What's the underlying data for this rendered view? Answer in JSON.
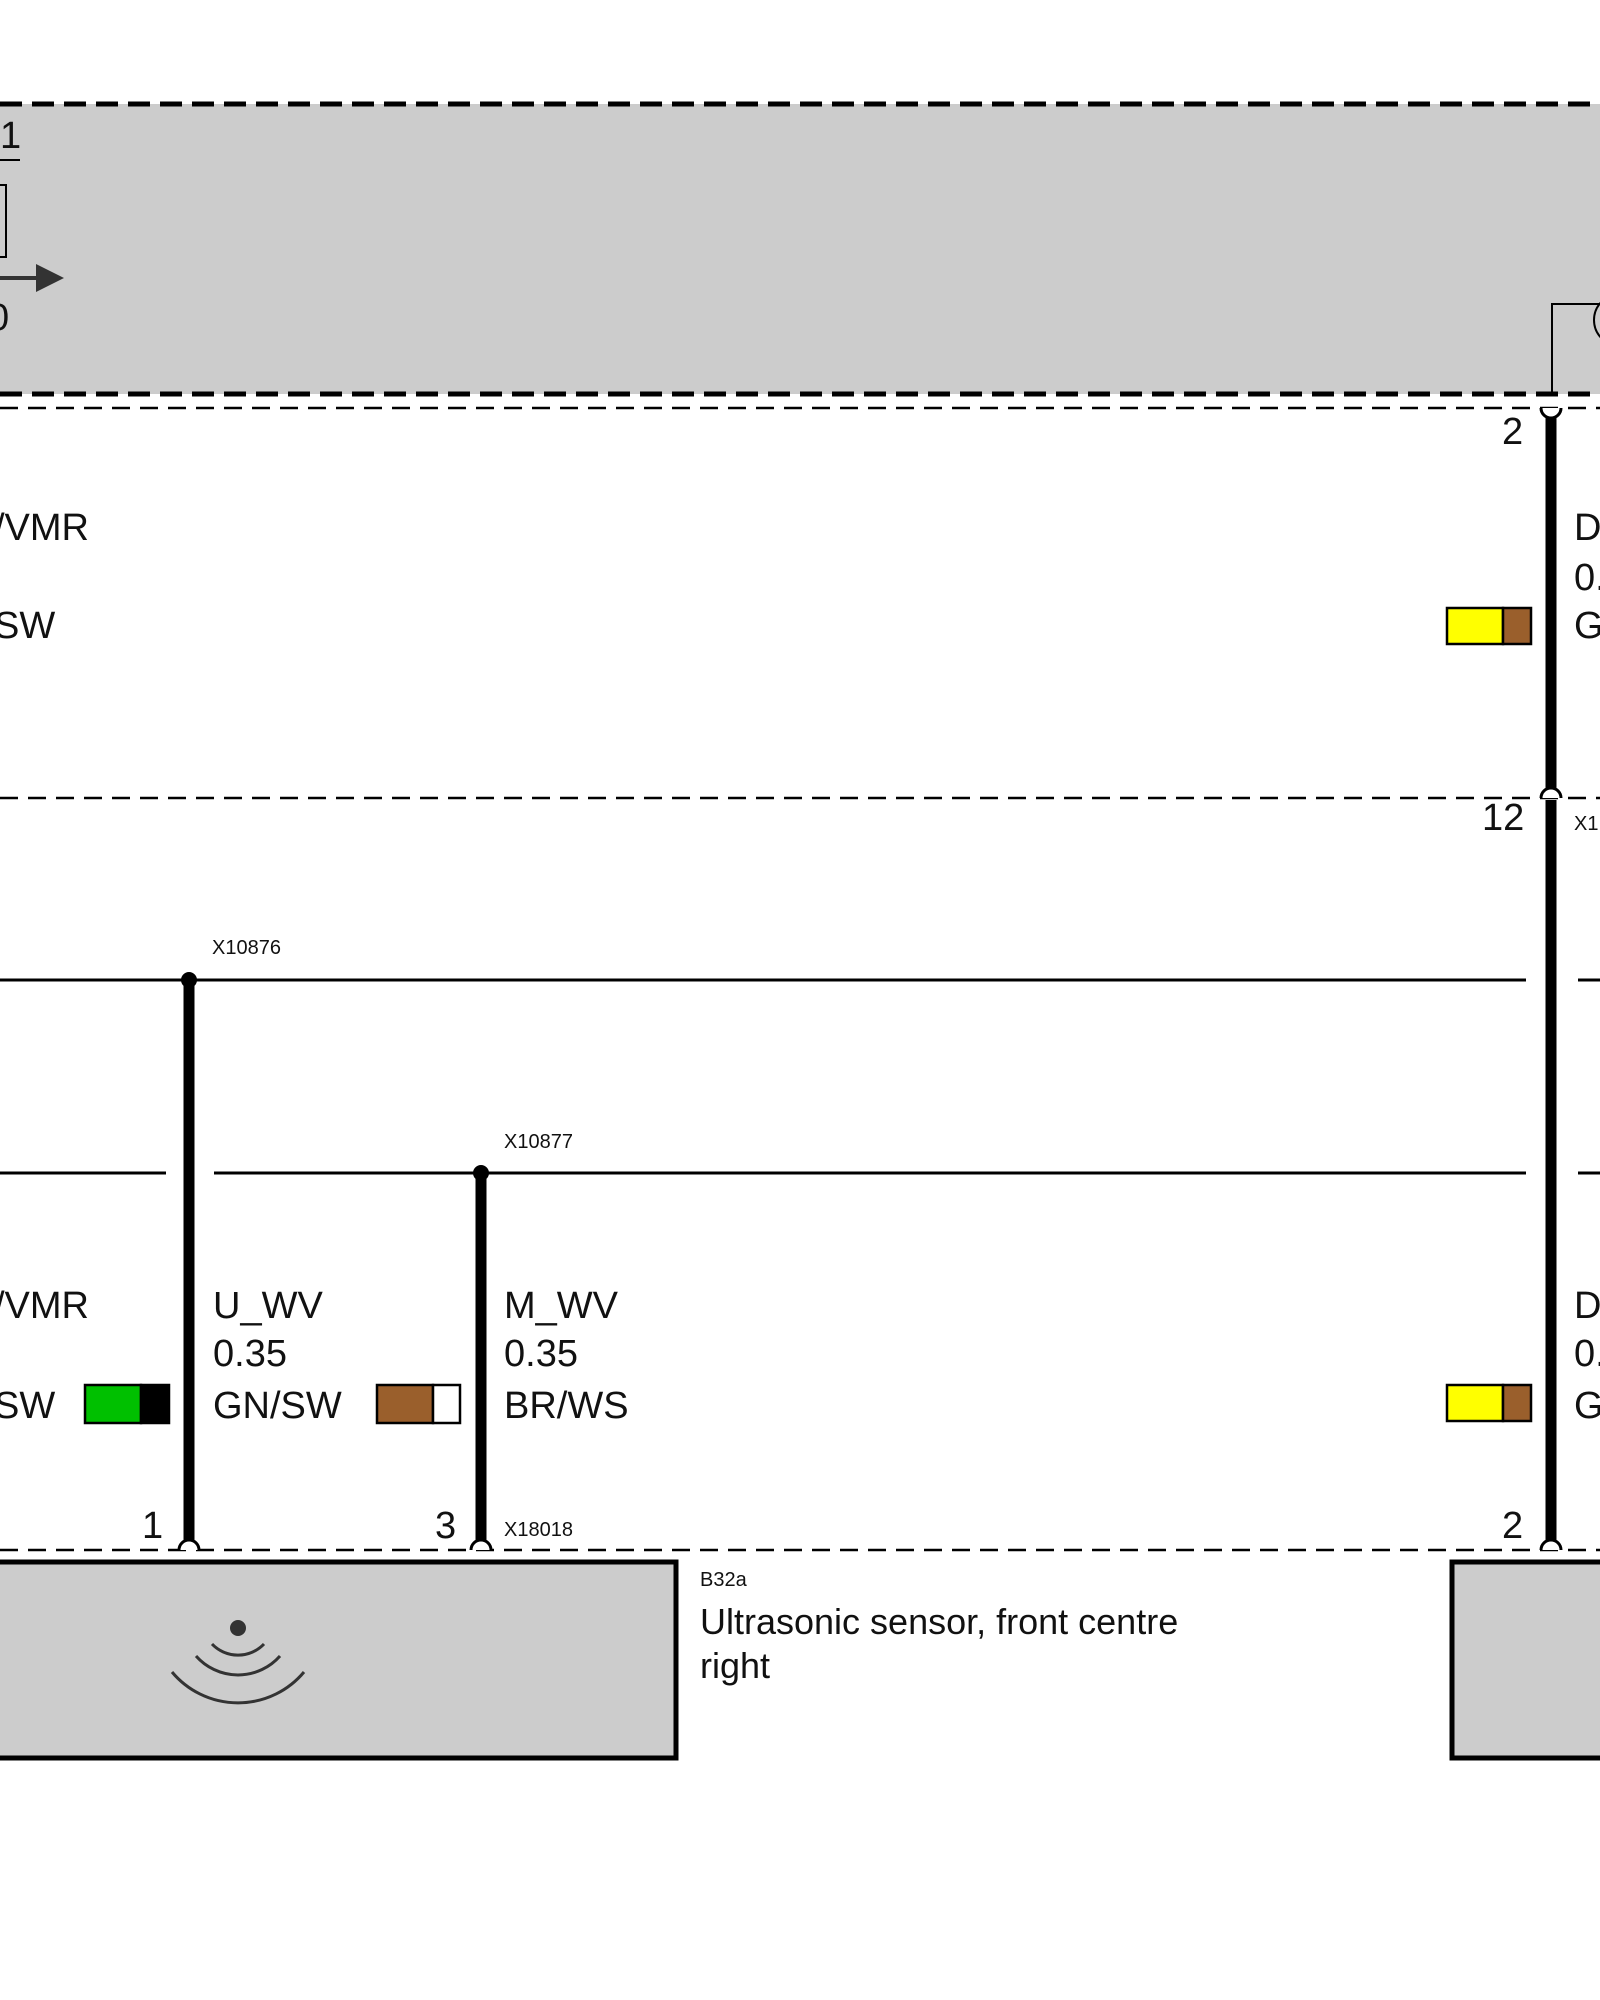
{
  "colors": {
    "module_fill": "#cccccc",
    "wire": "#000000",
    "green": "#00c000",
    "black": "#000000",
    "brown": "#9a5f2c",
    "white": "#ffffff",
    "yellow": "#ffff00"
  },
  "top_module": {
    "partial_labels": [
      "1",
      "0"
    ],
    "right_pin": "2"
  },
  "upper_left_wire": {
    "signal": "/VMR",
    "color_code": "SW"
  },
  "upper_right_wire": {
    "signal": "D",
    "size": "0.",
    "color_code": "G",
    "top_pin": "2",
    "bottom_pin": "12",
    "connector": "X1"
  },
  "splices": {
    "upper": "X10876",
    "lower": "X10877"
  },
  "lower_wires": {
    "left": {
      "signal": "/VMR",
      "color_code": "SW"
    },
    "u_wv": {
      "signal": "U_WV",
      "size": "0.35",
      "color_code": "GN/SW"
    },
    "m_wv": {
      "signal": "M_WV",
      "size": "0.35",
      "color_code": "BR/WS"
    },
    "right": {
      "signal": "D",
      "size": "0.",
      "color_code": "G"
    }
  },
  "sensor": {
    "pin_u": "1",
    "pin_m": "3",
    "connector": "X18018",
    "id": "B32a",
    "name_line1": "Ultrasonic sensor, front centre",
    "name_line2": "right",
    "right_pin": "2"
  }
}
